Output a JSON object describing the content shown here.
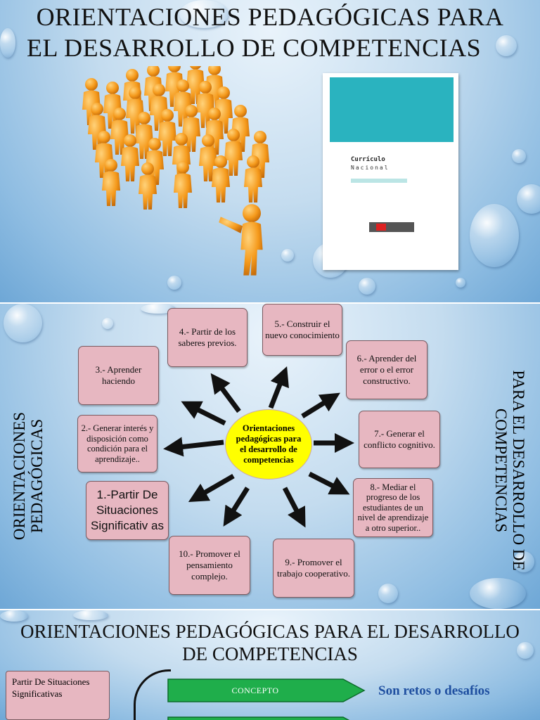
{
  "slide1": {
    "title_line1": "ORIENTACIONES PEDAGÓGICAS PARA",
    "title_line2": "EL DESARROLLO DE COMPETENCIAS",
    "book": {
      "title": "Currículo",
      "subtitle": "Nacional",
      "cover_color": "#2ab3bf"
    }
  },
  "slide2": {
    "left_vertical": "ORIENTACIONES PEDAGÓGICAS",
    "right_vertical": "PARA EL DESARROLLO DE COMPETENCIAS",
    "center": "Orientaciones pedagógicas para el desarrollo de competencias",
    "items": [
      "1.-Partir De Situaciones Significativ as",
      "2.- Generar interés y disposición como condición para el aprendizaje..",
      "3.- Aprender haciendo",
      "4.- Partir de los saberes previos.",
      "5.- Construir el nuevo conocimiento",
      "6.- Aprender del error o el error constructivo.",
      "7.- Generar el conflicto cognitivo.",
      "8.- Mediar el progreso de los estudiantes de un nivel de aprendizaje a otro superior..",
      "9.- Promover el trabajo cooperativo.",
      "10.- Promover el pensamiento complejo."
    ],
    "box_color": "#e7b7c1",
    "center_color": "#ffff00"
  },
  "slide3": {
    "title_line1": "ORIENTACIONES PEDAGÓGICAS PARA EL DESARROLLO",
    "title_line2": "DE COMPETENCIAS",
    "box": "Partir De Situaciones Significativas",
    "concept_label": "CONCEPTO",
    "concept_text": "Son retos o desafíos",
    "green": "#1fae4b"
  }
}
